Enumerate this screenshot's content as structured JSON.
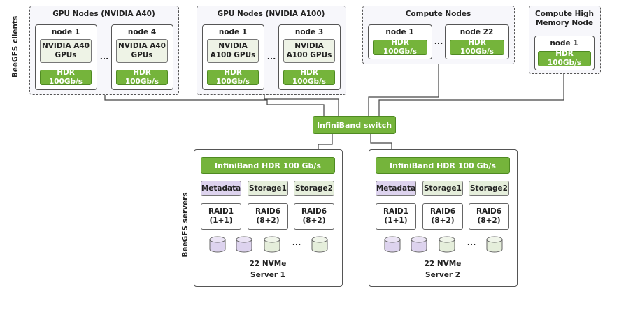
{
  "side_labels": {
    "clients": "BeeGFS clients",
    "servers": "BeeGFS servers"
  },
  "groups": {
    "gpu_a40": {
      "title": "GPU Nodes (NVIDIA A40)",
      "node_first": {
        "title": "node 1",
        "gpu": "NVIDIA A40 GPUs",
        "hdr": "HDR 100Gb/s"
      },
      "node_last": {
        "title": "node 4",
        "gpu": "NVIDIA A40 GPUs",
        "hdr": "HDR 100Gb/s"
      },
      "ellipsis": "..."
    },
    "gpu_a100": {
      "title": "GPU Nodes (NVIDIA A100)",
      "node_first": {
        "title": "node 1",
        "gpu": "NVIDIA A100 GPUs",
        "hdr": "HDR 100Gb/s"
      },
      "node_last": {
        "title": "node 3",
        "gpu": "NVIDIA A100 GPUs",
        "hdr": "HDR 100Gb/s"
      },
      "ellipsis": "..."
    },
    "compute": {
      "title": "Compute Nodes",
      "node_first": {
        "title": "node 1",
        "hdr": "HDR 100Gb/s"
      },
      "node_last": {
        "title": "node 22",
        "hdr": "HDR 100Gb/s"
      },
      "ellipsis": "..."
    },
    "highmem": {
      "title": "Compute High Memory Node",
      "node": {
        "title": "node 1",
        "hdr": "HDR 100Gb/s"
      }
    }
  },
  "switch": {
    "label": "InfiniBand switch"
  },
  "servers": [
    {
      "ib": "InfiniBand HDR 100 Gb/s",
      "metadata": "Metadata",
      "storage1": "Storage1",
      "storage2": "Storage2",
      "raid1": "RAID1 (1+1)",
      "raid6a": "RAID6 (8+2)",
      "raid6b": "RAID6 (8+2)",
      "ellipsis": "...",
      "nvme": "22 NVMe",
      "name": "Server 1"
    },
    {
      "ib": "InfiniBand HDR 100 Gb/s",
      "metadata": "Metadata",
      "storage1": "Storage1",
      "storage2": "Storage2",
      "raid1": "RAID1 (1+1)",
      "raid6a": "RAID6 (8+2)",
      "raid6b": "RAID6 (8+2)",
      "ellipsis": "...",
      "nvme": "22 NVMe",
      "name": "Server 2"
    }
  ],
  "colors": {
    "accent_green": "#75b43b",
    "metadata_purple": "#ddd3ee",
    "storage_green": "#e5eedb"
  }
}
